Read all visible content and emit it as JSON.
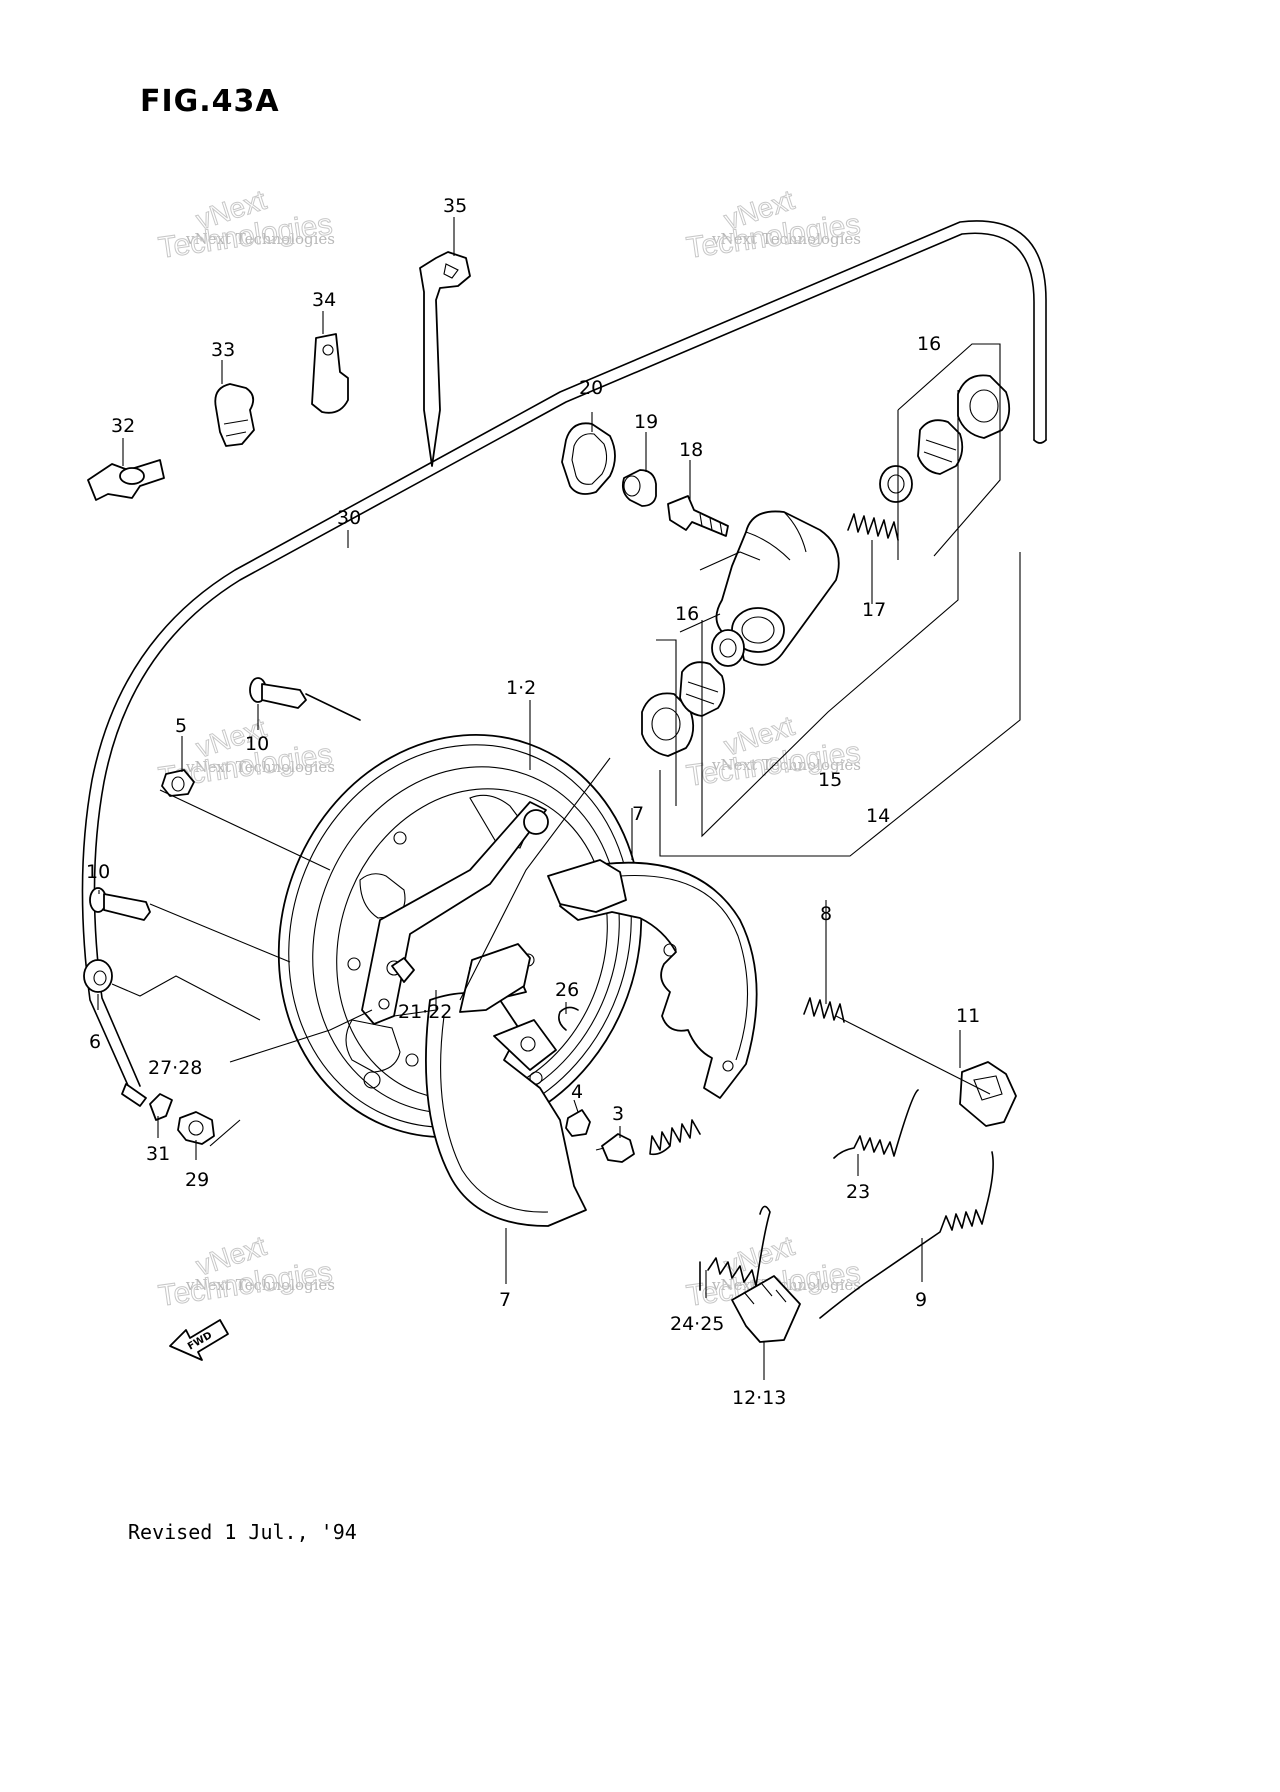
{
  "figure": {
    "title": "FIG.43A",
    "revision_note": "Revised 1 Jul., '94"
  },
  "watermark": {
    "small_text": "vNext Technologies",
    "big_text_1": "vNext",
    "big_text_2": "Technologies"
  },
  "direction_arrow": {
    "text": "FWD"
  },
  "callouts": {
    "c35": "35",
    "c34": "34",
    "c33": "33",
    "c32": "32",
    "c30": "30",
    "c20": "20",
    "c19": "19",
    "c18": "18",
    "c16_top": "16",
    "c17": "17",
    "c16_mid": "16",
    "c15": "15",
    "c14": "14",
    "c1_2": "1·2",
    "c10_top": "10",
    "c5": "5",
    "c10_left": "10",
    "c6": "6",
    "c7_top": "7",
    "c8": "8",
    "c11": "11",
    "c21_22": "21·22",
    "c26": "26",
    "c27_28": "27·28",
    "c4": "4",
    "c3": "3",
    "c31": "31",
    "c29": "29",
    "c23": "23",
    "c9": "9",
    "c7_bottom": "7",
    "c24_25": "24·25",
    "c12_13": "12·13"
  }
}
